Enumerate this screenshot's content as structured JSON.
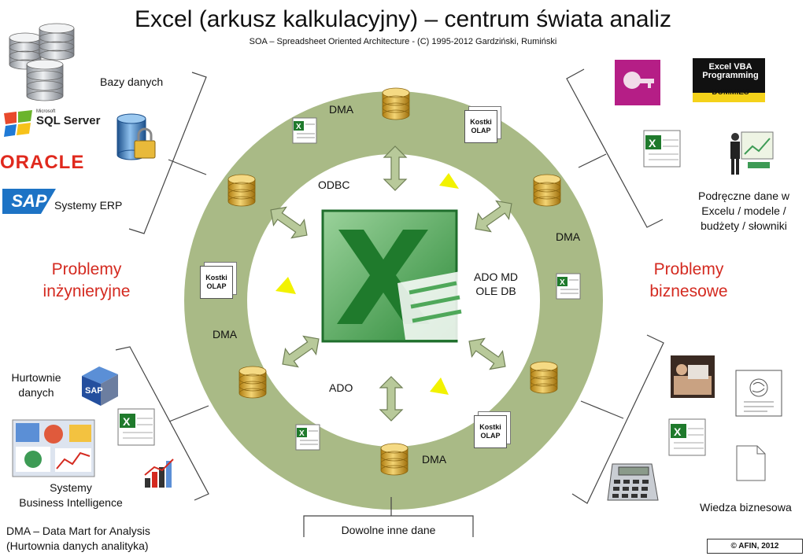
{
  "title": "Excel (arkusz kalkulacyjny) – centrum świata analiz",
  "subtitle": "SOA – Spreadsheet Oriented Architecture - (C) 1995-2012 Gardziński, Rumiński",
  "left": {
    "databases_label": "Bazy danych",
    "sql_server_ms": "Microsoft",
    "sql_server": "SQL Server",
    "oracle": "ORACLE",
    "sap": "SAP",
    "erp_label": "Systemy ERP",
    "problems": [
      "Problemy",
      "inżynieryjne"
    ],
    "warehouses_label": [
      "Hurtownie",
      "danych"
    ],
    "bi_label": [
      "Systemy",
      "Business Intelligence"
    ],
    "dma_note": [
      "DMA – Data Mart for Analysis",
      "(Hurtownia danych analityka)"
    ]
  },
  "right": {
    "handy_data_label": [
      "Podręczne dane w",
      "Excelu / modele /",
      "budżety / słowniki"
    ],
    "problems": [
      "Problemy",
      "biznesowe"
    ],
    "knowledge_label": "Wiedza biznesowa",
    "vba_book": [
      "Excel VBA",
      "Programming",
      "DUMMIES"
    ]
  },
  "ring": {
    "dma": "DMA",
    "cube": [
      "Kostki",
      "OLAP"
    ],
    "odbc": "ODBC",
    "ado_md": [
      "ADO MD",
      "OLE DB"
    ],
    "ado": "ADO"
  },
  "bottom": {
    "other_data": "Dowolne inne dane"
  },
  "copyright": "© AFIN, 2012",
  "colors": {
    "ring": "#a9ba86",
    "arrow": "#b8c99a",
    "arrow_stroke": "#6f7f55",
    "red": "#d42a20",
    "gold": "#d9a521",
    "triangle": "#f2f200"
  }
}
